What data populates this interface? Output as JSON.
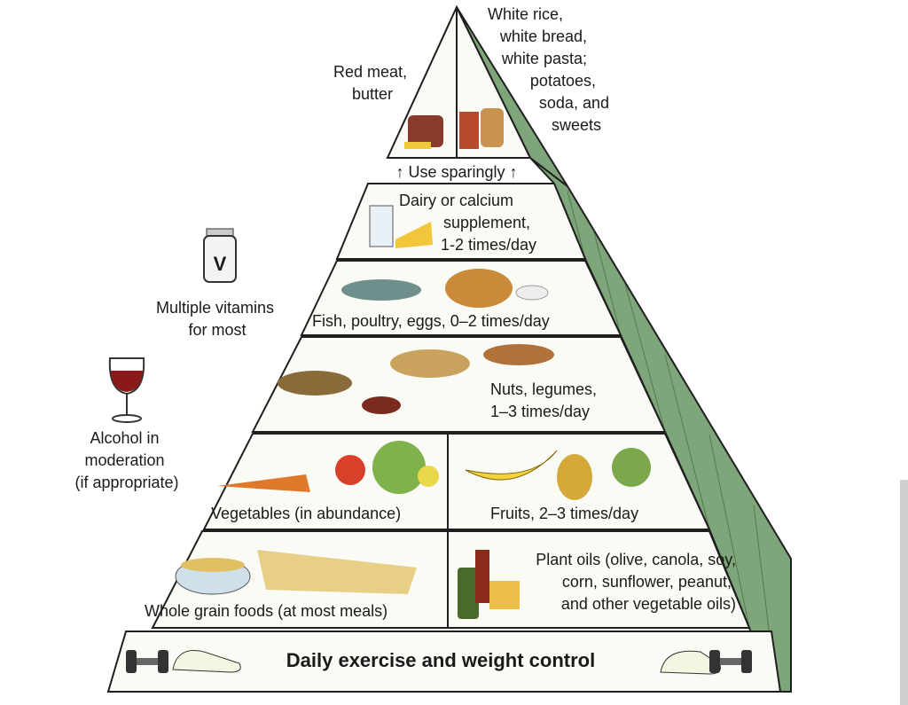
{
  "title": "Healthy Eating Pyramid",
  "top": {
    "left_label": [
      "Red meat,",
      "butter"
    ],
    "right_label": [
      "White rice,",
      "white bread,",
      "white pasta;",
      "potatoes,",
      "soda, and",
      "sweets"
    ],
    "band_label": "Use sparingly"
  },
  "tiers": {
    "dairy": [
      "Dairy or calcium",
      "supplement,",
      "1-2 times/day"
    ],
    "fish": "Fish, poultry, eggs, 0–2 times/day",
    "nuts": [
      "Nuts, legumes,",
      "1–3 times/day"
    ],
    "vegetables": "Vegetables (in abundance)",
    "fruits": "Fruits, 2–3 times/day",
    "grains": "Whole grain foods (at most meals)",
    "oils": [
      "Plant oils (olive, canola, soy,",
      "corn, sunflower, peanut,",
      "and other vegetable oils)"
    ],
    "exercise": "Daily exercise and weight control"
  },
  "side": {
    "vitamins": [
      "Multiple vitamins",
      "for most"
    ],
    "vitamin_bottle_letter": "V",
    "alcohol": [
      "Alcohol in",
      "moderation",
      "(if appropriate)"
    ]
  },
  "colors": {
    "side_face": "#7fa57a",
    "face": "#fbfbf6",
    "outline": "#1f1f1f"
  }
}
